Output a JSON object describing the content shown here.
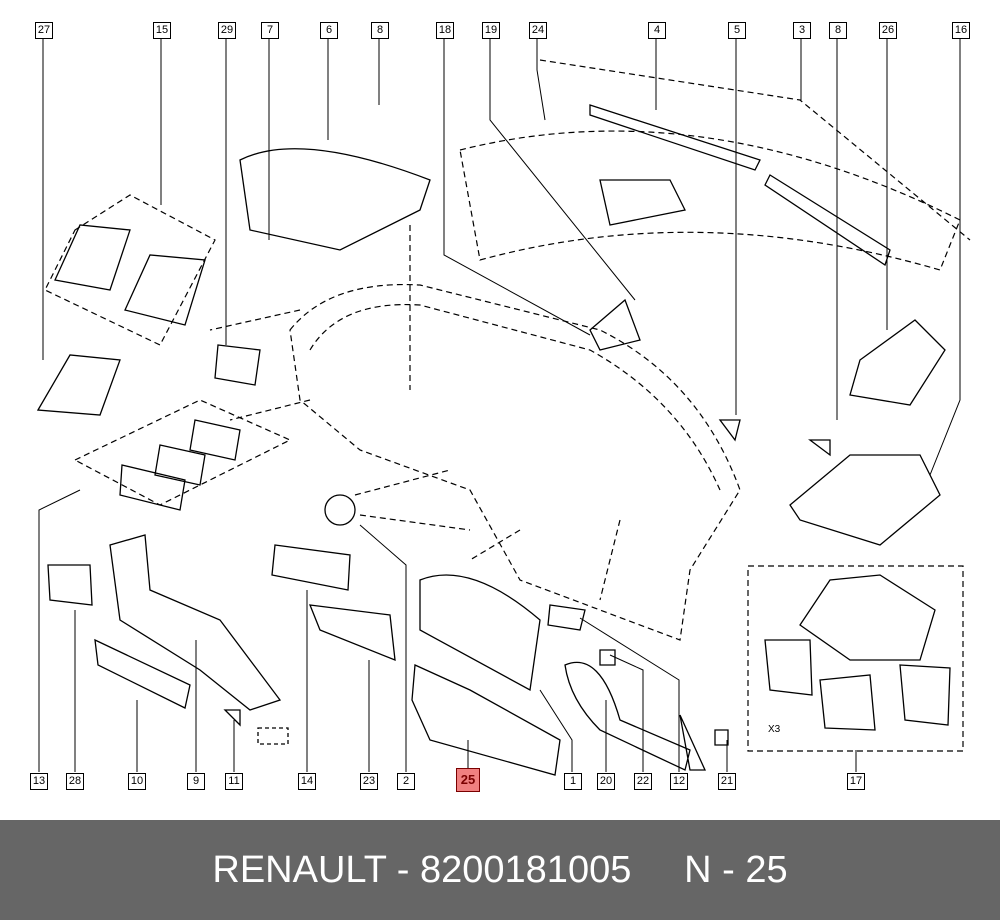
{
  "top_labels": [
    "27",
    "15",
    "29",
    "7",
    "6",
    "8",
    "18",
    "19",
    "24",
    "4",
    "5",
    "3",
    "8",
    "26",
    "16"
  ],
  "bottom_labels": [
    "13",
    "28",
    "10",
    "9",
    "11",
    "14",
    "23",
    "2",
    "25",
    "1",
    "20",
    "22",
    "12",
    "21",
    "17"
  ],
  "highlighted_label": "25",
  "quantity_note": "X3",
  "footer": {
    "brand": "RENAULT",
    "part_number": "8200181005",
    "ref": "N - 25",
    "text": "RENAULT - 8200181005     N - 25"
  },
  "colors": {
    "highlight": "#f08080",
    "footer_bg": "#666666"
  }
}
